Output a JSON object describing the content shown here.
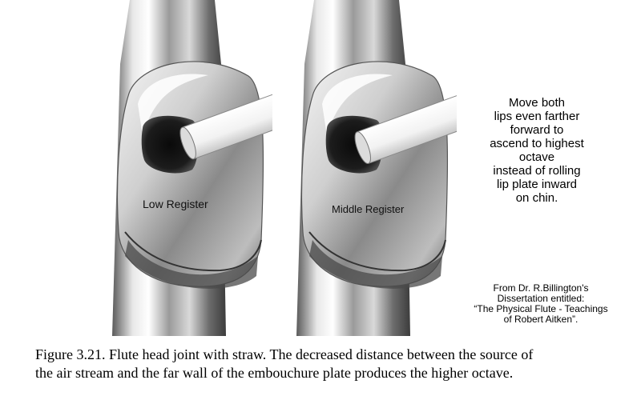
{
  "figure": {
    "left_photo": {
      "label": "Low Register"
    },
    "right_photo": {
      "label": "Middle Register"
    },
    "instruction_lines": [
      "Move both",
      "lips even farther",
      "forward to",
      "ascend to highest",
      "octave",
      "instead of rolling",
      "lip plate inward",
      "on chin."
    ],
    "source_lines": [
      "From Dr. R.Billington's",
      "Dissertation entitled:",
      "“The Physical Flute - Teachings",
      "of Robert Aitken”."
    ],
    "caption_lines": [
      "Figure 3.21.  Flute head joint with straw.  The decreased distance between the source of",
      "the air stream and the far wall of the embouchure plate produces the higher octave."
    ]
  }
}
